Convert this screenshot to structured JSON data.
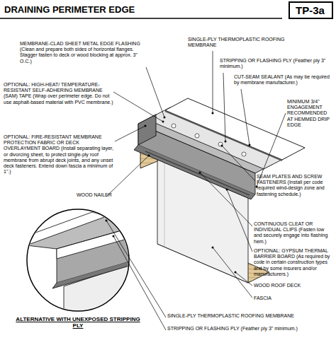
{
  "diagram": {
    "title": "DRAINING PERIMETER EDGE",
    "nodes": [
      {
        "text": [
          "TP-3a"
        ]
      }
    ],
    "labels": [
      "MEMBRANE-CLAD SHEET METAL EDGE FLASHING (Clean and prepare both sides of horizontal flanges. Stagger fasten to deck or wood blocking at approx. 3\" O.C.)",
      "OPTIONAL: HIGH-HEAT/ TEMPERATURE-RESISTANT SELF-ADHERING MEMBRANE (SAM) TAPE (Wrap over perimeter edge. Do not use asphalt-based material with PVC membrane.)",
      "OPTIONAL: FIRE-RESISTANT MEMBRANE PROTECTION FABRIC OR DECK OVERLAYMENT BOARD (Install separating layer, or divorcing sheet, to protect single-ply roof membrane from abrupt deck joints, and any unset deck fasteners. Extend down fascia a minimum of 1\".)",
      "WOOD NAILER",
      "SINGLE-PLY THERMOPLASTIC ROOFING MEMBRANE",
      "STRIPPING OR FLASHING PLY (Feather ply 3\" minimum.)",
      "CUT-SEAM SEALANT (As may be required by membrane manufacturer.)",
      "MINIMUM 3/4\" ENGAGEMENT RECOMMENDED AT HEMMED DRIP EDGE",
      "SEAM PLATES AND SCREW FASTENERS (Install per code required wind-design zone and fastening schedule.)",
      "CONTINUOUS CLEAT OR INDIVIDUAL CLIPS (Fasten low and securely engage into flashing hem.)",
      "OPTIONAL: GYPSUM THERMAL BARRIER BOARD (As required by code in certain construction types and by some insurers and/or manufacturers.)",
      "WOOD ROOF DECK",
      "FASCIA",
      "SINGLE-PLY THERMOPLASTIC ROOFING MEMBRANE",
      "STRIPPING OR FLASHING PLY (Feather ply 3\" minimum.)",
      "ALTERNATIVE WITH UNEXPOSED STRIPPING PLY"
    ]
  }
}
